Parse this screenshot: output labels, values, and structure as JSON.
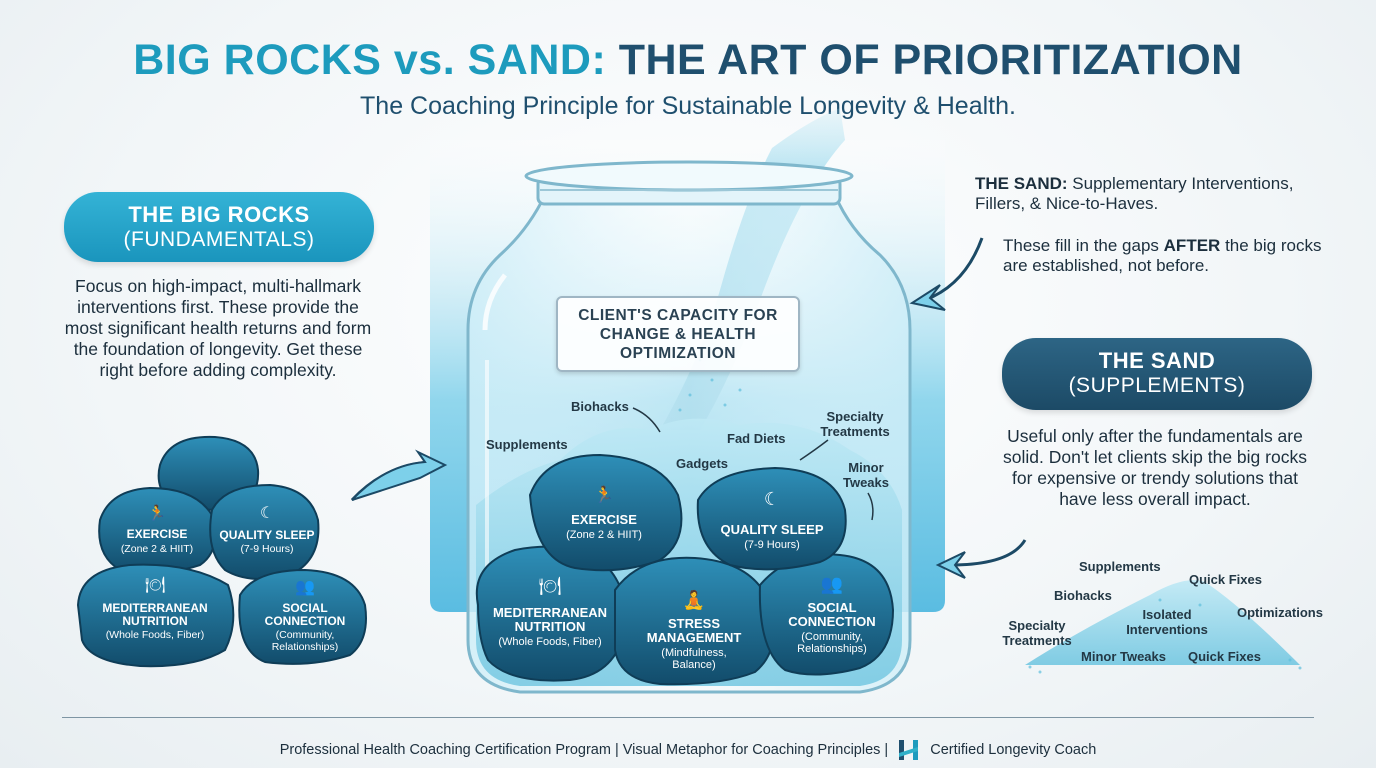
{
  "title": {
    "part1": "BIG ROCKS vs. SAND:",
    "part2": "THE ART OF PRIORITIZATION"
  },
  "subtitle": "The Coaching Principle for Sustainable Longevity & Health.",
  "big_rocks": {
    "heading": "THE BIG ROCKS",
    "subheading": "(FUNDAMENTALS)",
    "description": "Focus on high-impact, multi-hallmark interventions first. These provide the most significant health returns and form the foundation of longevity. Get these right before adding complexity."
  },
  "sand": {
    "intro_bold": "THE SAND:",
    "intro_text": "Supplementary Interventions, Fillers, & Nice-to-Haves.",
    "note_pre": "These fill in the gaps",
    "note_bold": "AFTER",
    "note_post": "the big rocks are established, not before.",
    "heading": "THE SAND",
    "subheading": "(SUPPLEMENTS)",
    "description": "Useful only after the fundamentals are solid. Don't let clients skip the big rocks for expensive or trendy solutions that have less overall impact."
  },
  "jar": {
    "label": "CLIENT'S CAPACITY FOR CHANGE & HEALTH OPTIMIZATION",
    "sand_labels": {
      "biohacks": "Biohacks",
      "specialty_1": "Specialty",
      "specialty_2": "Treatments",
      "supplements": "Supplements",
      "fad_diets": "Fad Diets",
      "gadgets": "Gadgets",
      "minor_1": "Minor",
      "minor_2": "Tweaks"
    }
  },
  "rocks": {
    "exercise": {
      "name": "EXERCISE",
      "detail": "(Zone 2 & HIIT)"
    },
    "sleep": {
      "name": "QUALITY SLEEP",
      "detail": "(7-9 Hours)"
    },
    "nutrition": {
      "name_1": "MEDITERRANEAN",
      "name_2": "NUTRITION",
      "detail": "(Whole Foods, Fiber)"
    },
    "stress": {
      "name_1": "STRESS",
      "name_2": "MANAGEMENT",
      "detail_1": "(Mindfulness,",
      "detail_2": "Balance)"
    },
    "social": {
      "name_1": "SOCIAL",
      "name_2": "CONNECTION",
      "detail_1": "(Community,",
      "detail_2": "Relationships)"
    }
  },
  "sand_pile": {
    "supplements": "Supplements",
    "quick_fixes_1": "Quick Fixes",
    "biohacks": "Biohacks",
    "optimizations": "Optimizations",
    "isolated_1": "Isolated",
    "isolated_2": "Interventions",
    "specialty_1": "Specialty",
    "specialty_2": "Treatments",
    "minor_tweaks": "Minor Tweaks",
    "quick_fixes_2": "Quick Fixes"
  },
  "footer": {
    "program": "Professional Health Coaching Certification Program | Visual Metaphor for Coaching Principles |",
    "brand": "Certified Longevity Coach"
  },
  "colors": {
    "accent": "#1d9bbd",
    "dark": "#1f4f6e",
    "rock": "#1b6f92",
    "sand": "#8fd3e6"
  }
}
